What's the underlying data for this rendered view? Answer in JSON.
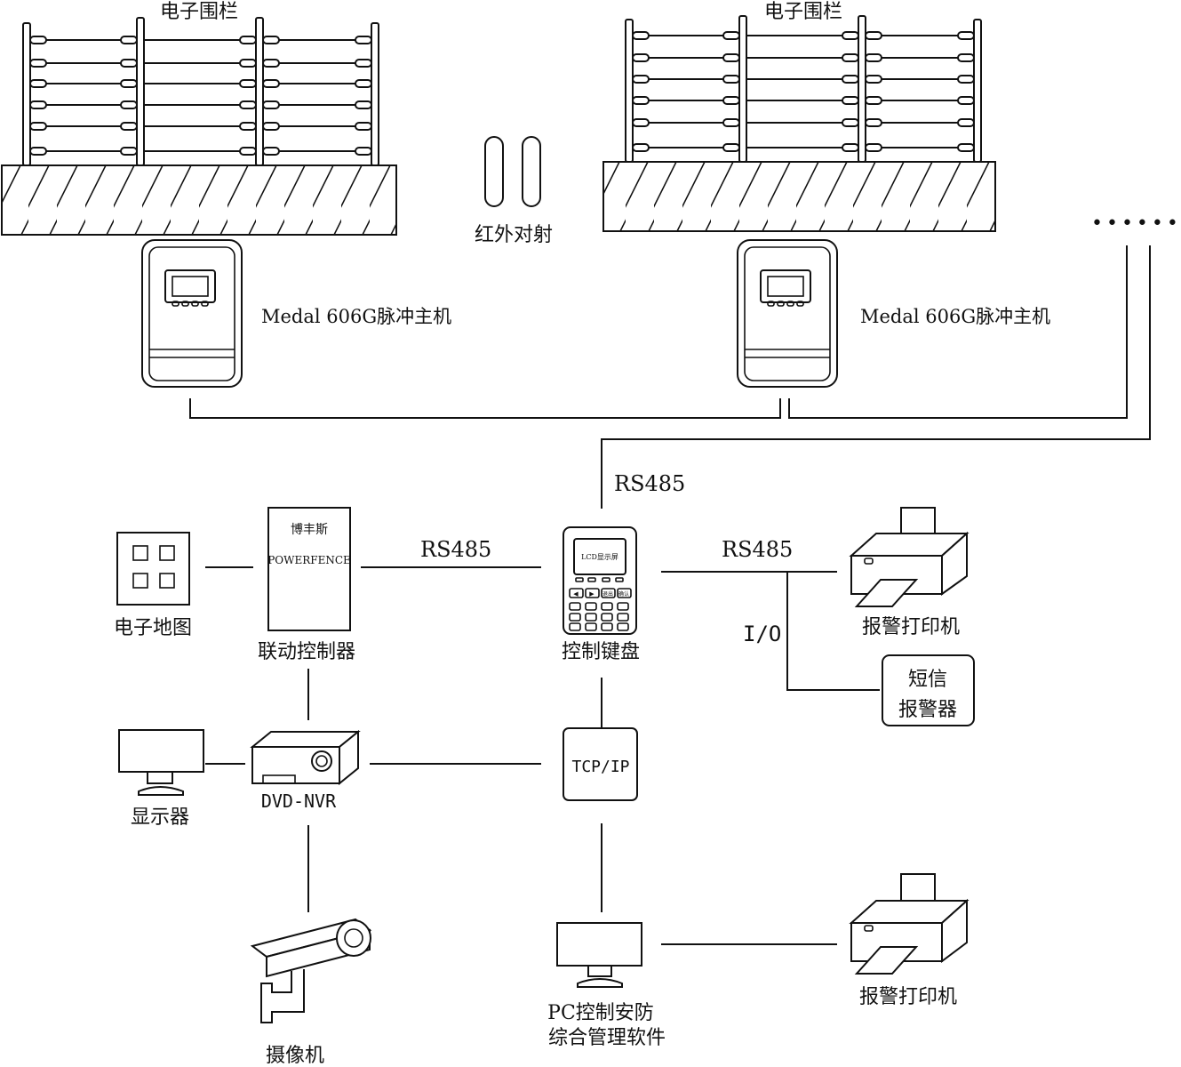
{
  "fence_left": {
    "label": "电子围栏"
  },
  "fence_right": {
    "label": "电子围栏"
  },
  "infrared": {
    "label": "红外对射"
  },
  "host_left": {
    "label": "Medal 606G脉冲主机"
  },
  "host_right": {
    "label": "Medal 606G脉冲主机"
  },
  "ellipsis": {
    "text": "••••••"
  },
  "links": {
    "rs485_bus": "RS485",
    "rs485_linkage": "RS485",
    "rs485_printer": "RS485",
    "io": "I/O"
  },
  "emap": {
    "label": "电子地图"
  },
  "linkage_controller": {
    "brand": "博丰斯",
    "model": "POWERFENCE",
    "label": "联动控制器"
  },
  "keyboard": {
    "screen": "LCD显示屏",
    "keys": [
      "◀",
      "▶",
      "退出",
      "确认"
    ],
    "label": "控制键盘"
  },
  "alarm_printer_top": {
    "label": "报警打印机"
  },
  "sms_alarm": {
    "line1": "短信",
    "line2": "报警器"
  },
  "monitor": {
    "label": "显示器"
  },
  "dvr": {
    "label": "DVD-NVR"
  },
  "tcpip": {
    "label": "TCP/IP"
  },
  "camera": {
    "label": "摄像机"
  },
  "pc": {
    "line1": "PC控制安防",
    "line2": "综合管理软件"
  },
  "alarm_printer_bottom": {
    "label": "报警打印机"
  }
}
